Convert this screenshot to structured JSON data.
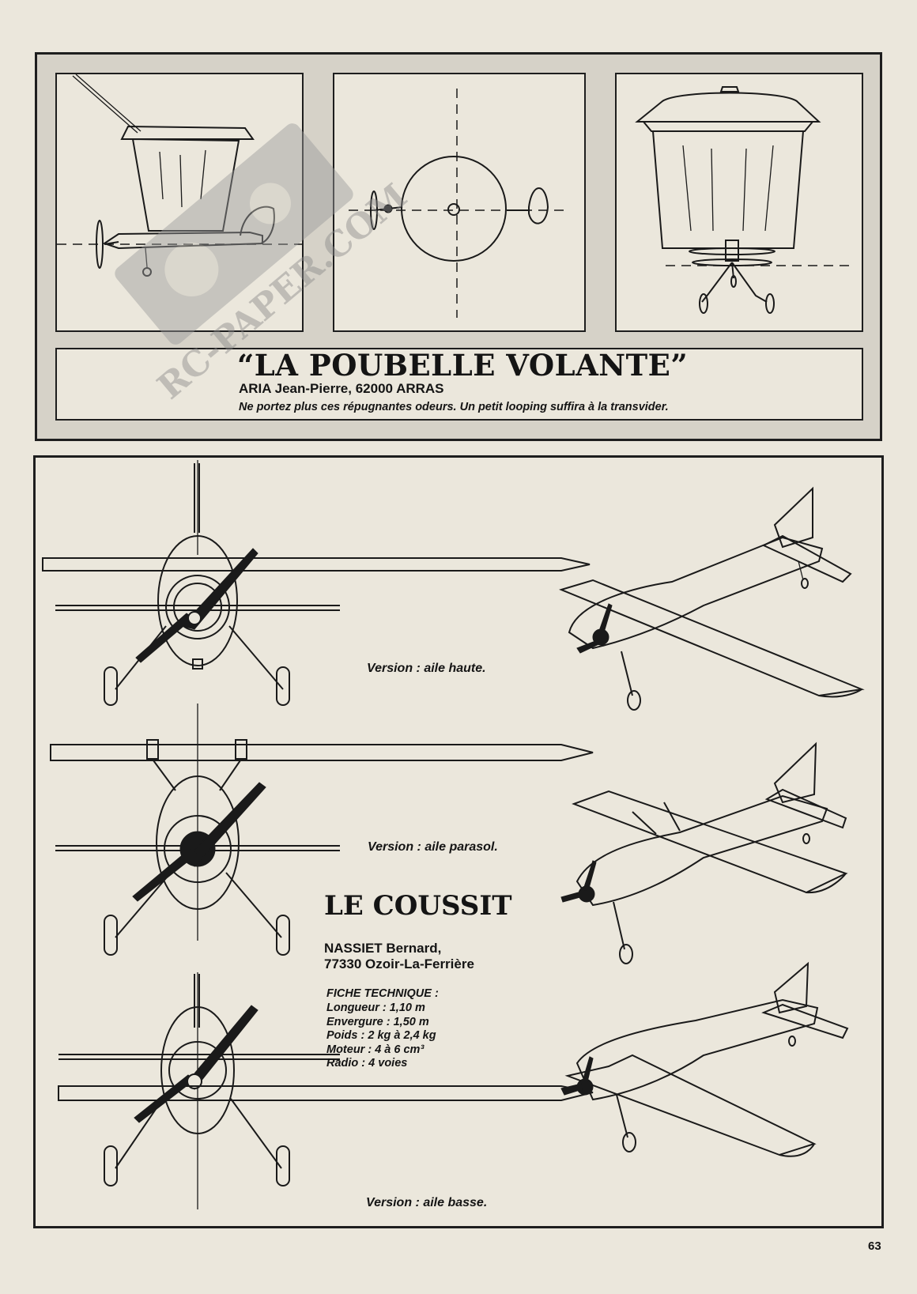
{
  "poubelle": {
    "title": "“LA POUBELLE VOLANTE”",
    "author": "ARIA Jean-Pierre, 62000 ARRAS",
    "caption": "Ne portez plus ces répugnantes odeurs. Un petit looping suffira à la transvider."
  },
  "watermark": {
    "text": "RC-PAPER.COM"
  },
  "coussit": {
    "title": "LE COUSSIT",
    "author_line1": "NASSIET Bernard,",
    "author_line2": "77330 Ozoir-La-Ferrière",
    "spec_heading": "FICHE TECHNIQUE :",
    "specs": [
      "Longueur : 1,10 m",
      "Envergure : 1,50 m",
      "Poids : 2 kg à 2,4 kg",
      "Moteur : 4 à 6 cm³",
      "Radio : 4 voies"
    ],
    "versions": [
      "Version : aile haute.",
      "Version : aile parasol.",
      "Version : aile basse."
    ]
  },
  "page_number": "63"
}
